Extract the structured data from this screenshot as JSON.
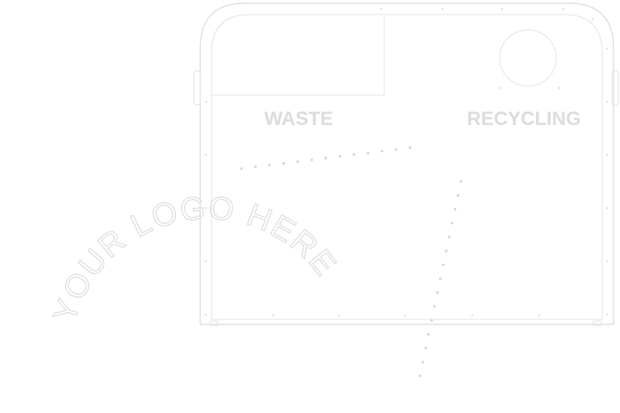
{
  "bin": {
    "left_label": "WASTE",
    "right_label": "RECYCLING"
  },
  "logo_placeholder": {
    "text": "YOUR LOGO HERE"
  },
  "colors": {
    "outline": "#d9d9d9",
    "label": "#dcdcdc",
    "dots": "#d4d4d4"
  }
}
